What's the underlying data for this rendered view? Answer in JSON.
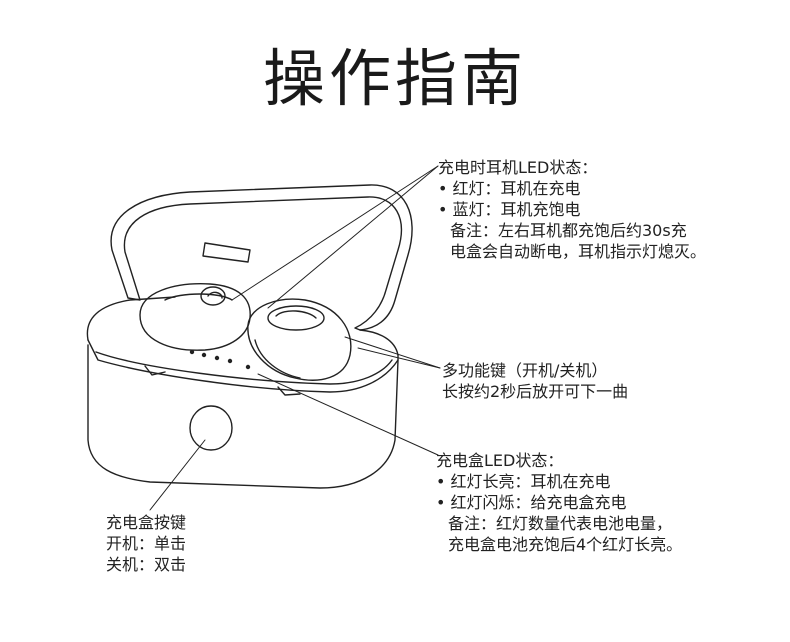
{
  "title": "操作指南",
  "earphone_led": {
    "heading": "充电时耳机LED状态：",
    "red": "红灯：耳机在充电",
    "blue": "蓝灯：耳机充饱电",
    "note1": "备注：左右耳机都充饱后约30s充",
    "note2": "电盒会自动断电，耳机指示灯熄灭。"
  },
  "multi_key": {
    "line1": "多功能键（开机/关机）",
    "line2": "长按约2秒后放开可下一曲"
  },
  "case_led": {
    "heading": "充电盒LED状态：",
    "red_on": "红灯长亮：耳机在充电",
    "red_flash": "红灯闪烁：给充电盒充电",
    "note1": "备注：红灯数量代表电池电量，",
    "note2": "充电盒电池充饱后4个红灯长亮。"
  },
  "case_button": {
    "heading": "充电盒按键",
    "on": "开机：单击",
    "off": "关机：双击"
  }
}
